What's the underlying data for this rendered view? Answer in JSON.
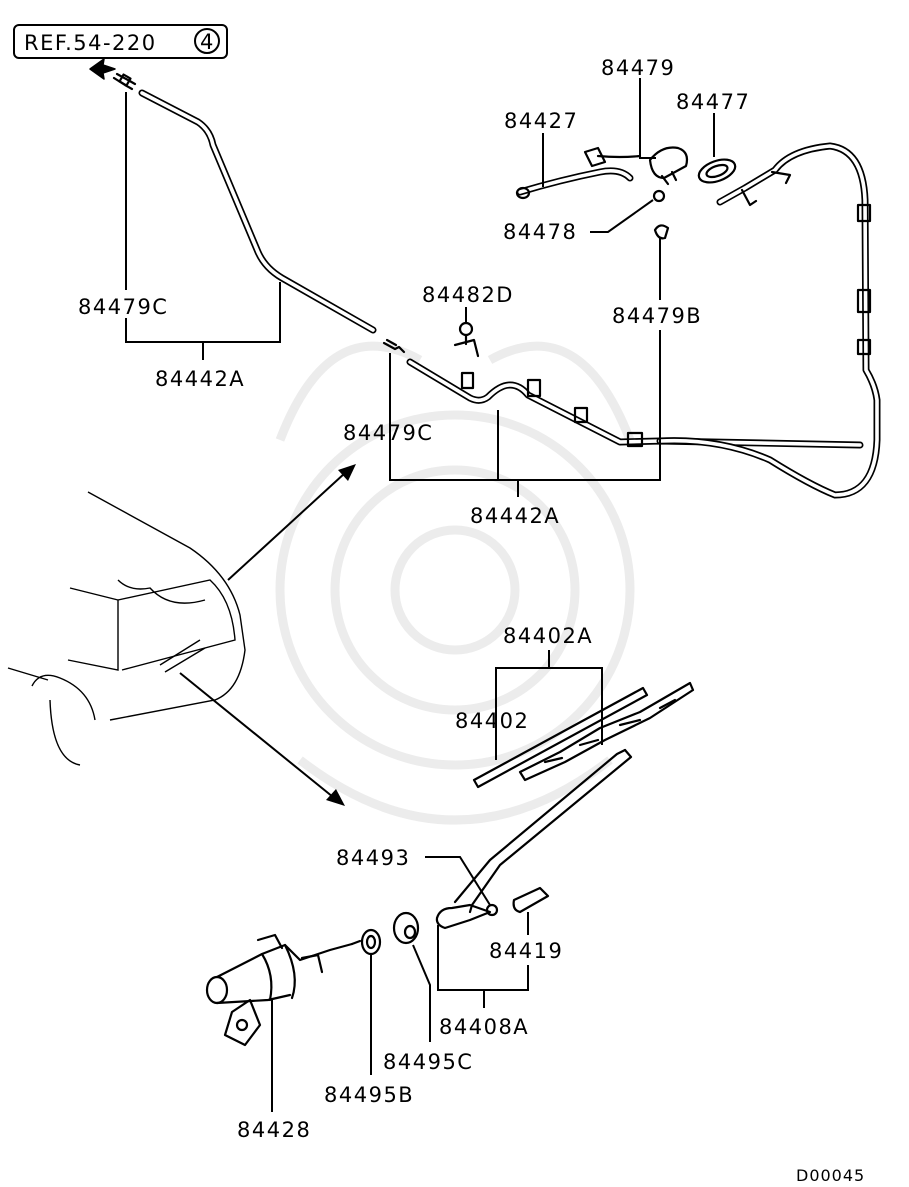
{
  "reference": {
    "text": "REF.54-220",
    "circled": "4"
  },
  "diagram_id": "D00045",
  "labels": {
    "p84479": "84479",
    "p84477": "84477",
    "p84427": "84427",
    "p84478": "84478",
    "p84479C_top": "84479C",
    "p84442A_top": "84442A",
    "p84482D": "84482D",
    "p84479B": "84479B",
    "p84479C_mid": "84479C",
    "p84442A_mid": "84442A",
    "p84402A": "84402A",
    "p84402": "84402",
    "p84493": "84493",
    "p84419": "84419",
    "p84408A": "84408A",
    "p84495C": "84495C",
    "p84495B": "84495B",
    "p84428": "84428"
  },
  "icons": [
    "arrow-left-icon",
    "circled-number-icon"
  ]
}
